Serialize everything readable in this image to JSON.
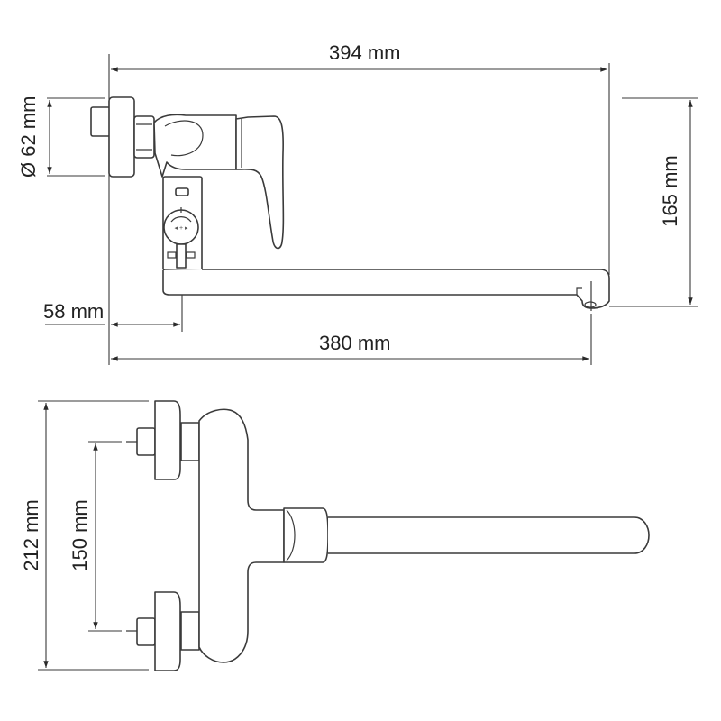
{
  "drawing": {
    "subject": "Wall-mounted single-lever faucet with long swivel spout",
    "views": [
      "top-view",
      "front-view"
    ],
    "line_color": "#3a3a3a",
    "background": "#ffffff"
  },
  "top_view": {
    "dimensions": {
      "overall_width": "394 mm",
      "flange_diameter": "Ø 62 mm",
      "height_to_outlet": "165 mm",
      "wall_to_valve_axis": "58 mm",
      "spout_reach": "380 mm"
    }
  },
  "front_view": {
    "dimensions": {
      "overall_height": "212 mm",
      "inlet_spacing": "150 mm"
    }
  }
}
